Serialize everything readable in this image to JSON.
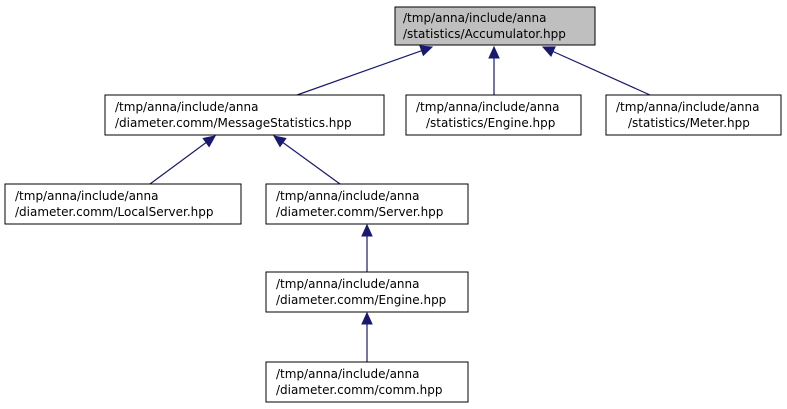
{
  "graph": {
    "nodes": [
      {
        "id": "accumulator",
        "line1": "/tmp/anna/include/anna",
        "line2": "/statistics/Accumulator.hpp",
        "highlighted": true
      },
      {
        "id": "message-statistics",
        "line1": "/tmp/anna/include/anna",
        "line2": "/diameter.comm/MessageStatistics.hpp"
      },
      {
        "id": "statistics-engine",
        "line1": "/tmp/anna/include/anna",
        "line2": "/statistics/Engine.hpp"
      },
      {
        "id": "statistics-meter",
        "line1": "/tmp/anna/include/anna",
        "line2": "/statistics/Meter.hpp"
      },
      {
        "id": "local-server",
        "line1": "/tmp/anna/include/anna",
        "line2": "/diameter.comm/LocalServer.hpp"
      },
      {
        "id": "server",
        "line1": "/tmp/anna/include/anna",
        "line2": "/diameter.comm/Server.hpp"
      },
      {
        "id": "comm-engine",
        "line1": "/tmp/anna/include/anna",
        "line2": "/diameter.comm/Engine.hpp"
      },
      {
        "id": "comm",
        "line1": "/tmp/anna/include/anna",
        "line2": "/diameter.comm/comm.hpp"
      }
    ],
    "edges": [
      {
        "from": "message-statistics",
        "to": "accumulator"
      },
      {
        "from": "statistics-engine",
        "to": "accumulator"
      },
      {
        "from": "statistics-meter",
        "to": "accumulator"
      },
      {
        "from": "local-server",
        "to": "message-statistics"
      },
      {
        "from": "server",
        "to": "message-statistics"
      },
      {
        "from": "comm-engine",
        "to": "server"
      },
      {
        "from": "comm",
        "to": "comm-engine"
      }
    ],
    "colors": {
      "edge": "#191970",
      "highlight_fill": "#bfbfbf",
      "border": "#000000"
    }
  }
}
